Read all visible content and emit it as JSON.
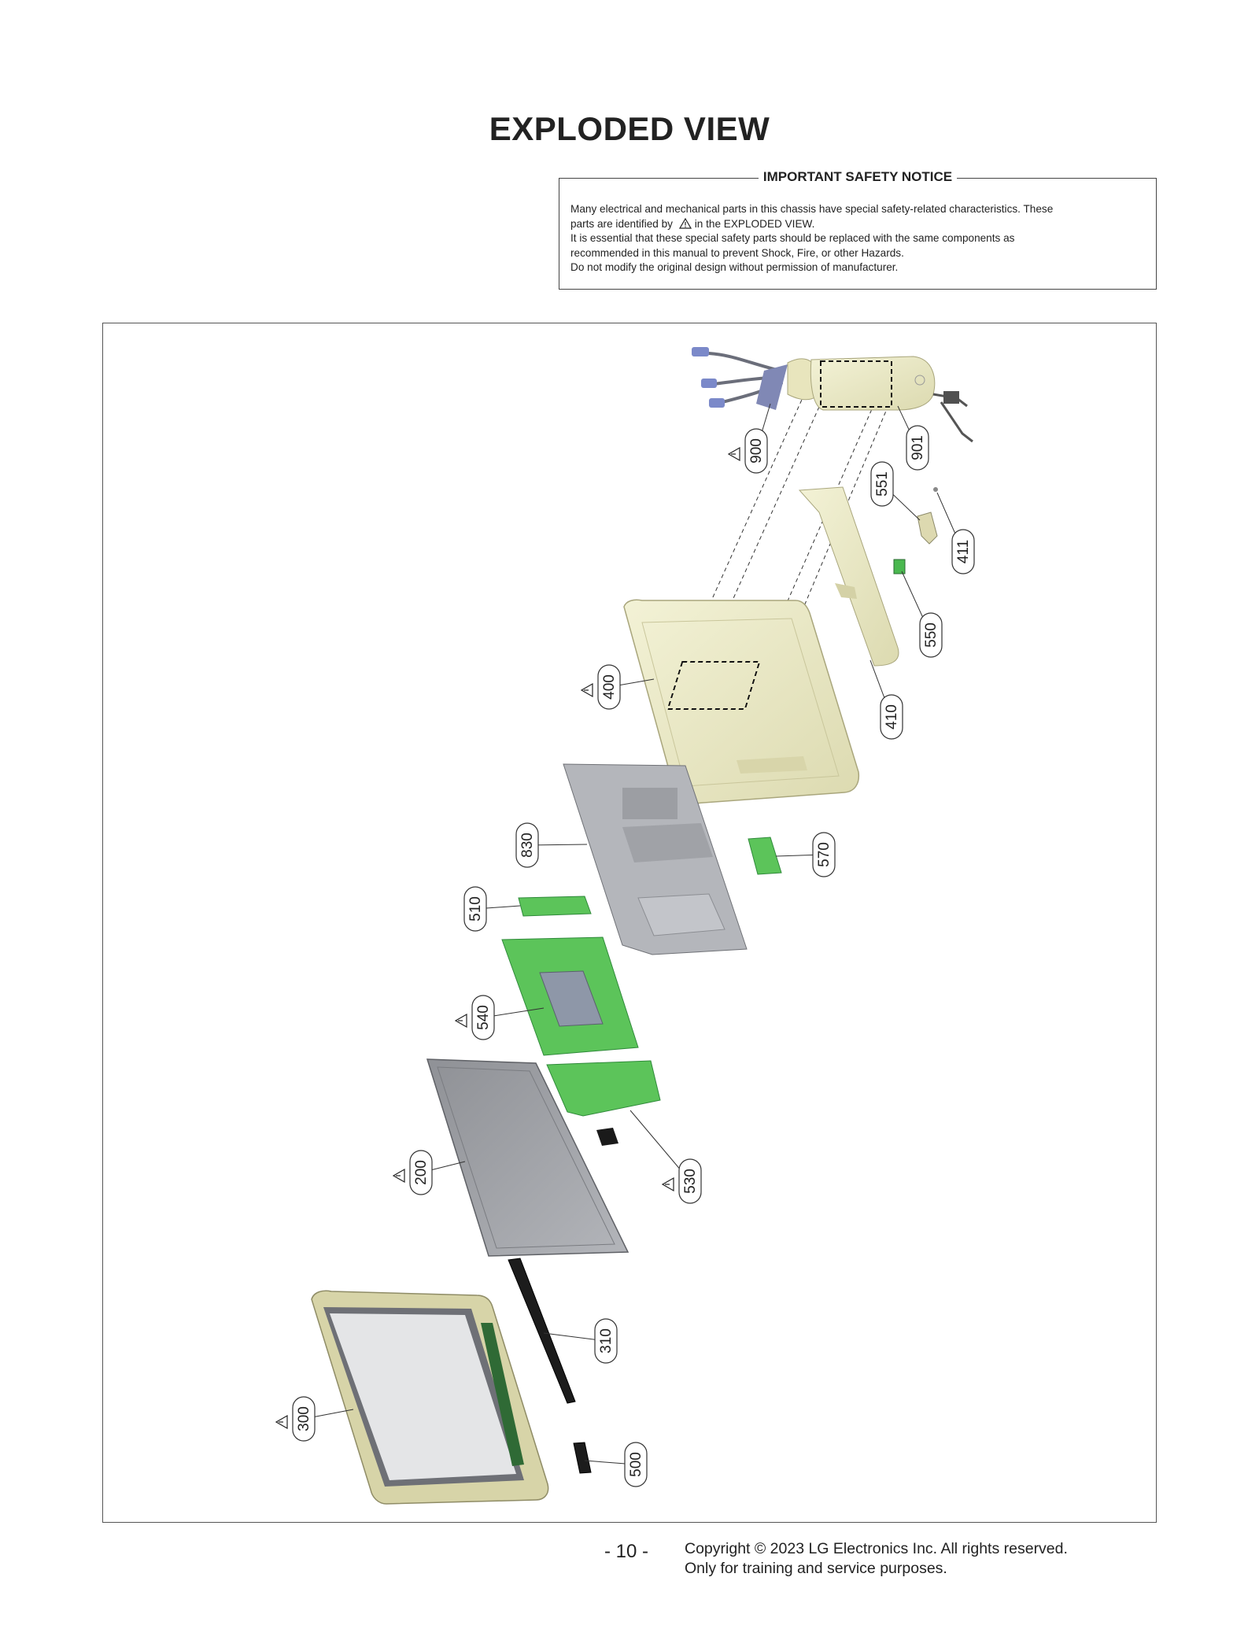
{
  "page": {
    "title": "EXPLODED VIEW",
    "notice_title": "IMPORTANT SAFETY NOTICE",
    "notice_line1": "Many electrical and mechanical parts in this chassis have special safety-related characteristics. These",
    "notice_line2a": "parts are identified by",
    "notice_line2b": "in the EXPLODED VIEW.",
    "notice_line3": "It is essential that these special safety parts should be replaced with the same components as",
    "notice_line4": "recommended in this manual to prevent Shock, Fire, or other Hazards.",
    "notice_line5": "Do not modify the original design without permission of manufacturer.",
    "page_number": "- 10 -",
    "copyright_line1": "Copyright © 2023 LG Electronics Inc. All rights reserved.",
    "copyright_line2": "Only for training and service purposes."
  },
  "parts": [
    {
      "label": "900",
      "safety": true
    },
    {
      "label": "901",
      "safety": false
    },
    {
      "label": "551",
      "safety": false
    },
    {
      "label": "411",
      "safety": false
    },
    {
      "label": "550",
      "safety": false
    },
    {
      "label": "410",
      "safety": false
    },
    {
      "label": "400",
      "safety": true
    },
    {
      "label": "830",
      "safety": false
    },
    {
      "label": "570",
      "safety": false
    },
    {
      "label": "510",
      "safety": false
    },
    {
      "label": "540",
      "safety": true
    },
    {
      "label": "530",
      "safety": true
    },
    {
      "label": "200",
      "safety": true
    },
    {
      "label": "310",
      "safety": false
    },
    {
      "label": "300",
      "safety": true
    },
    {
      "label": "500",
      "safety": false
    }
  ],
  "colors": {
    "cover": "#ecebc3",
    "cover_edge": "#b9b68a",
    "pcb": "#5cc45a",
    "pcb_dark": "#2f8a3a",
    "metal": "#b4b6bb",
    "panel": "#9a9ca1",
    "glass": "#e4e5e7",
    "black": "#1a1a1a"
  }
}
